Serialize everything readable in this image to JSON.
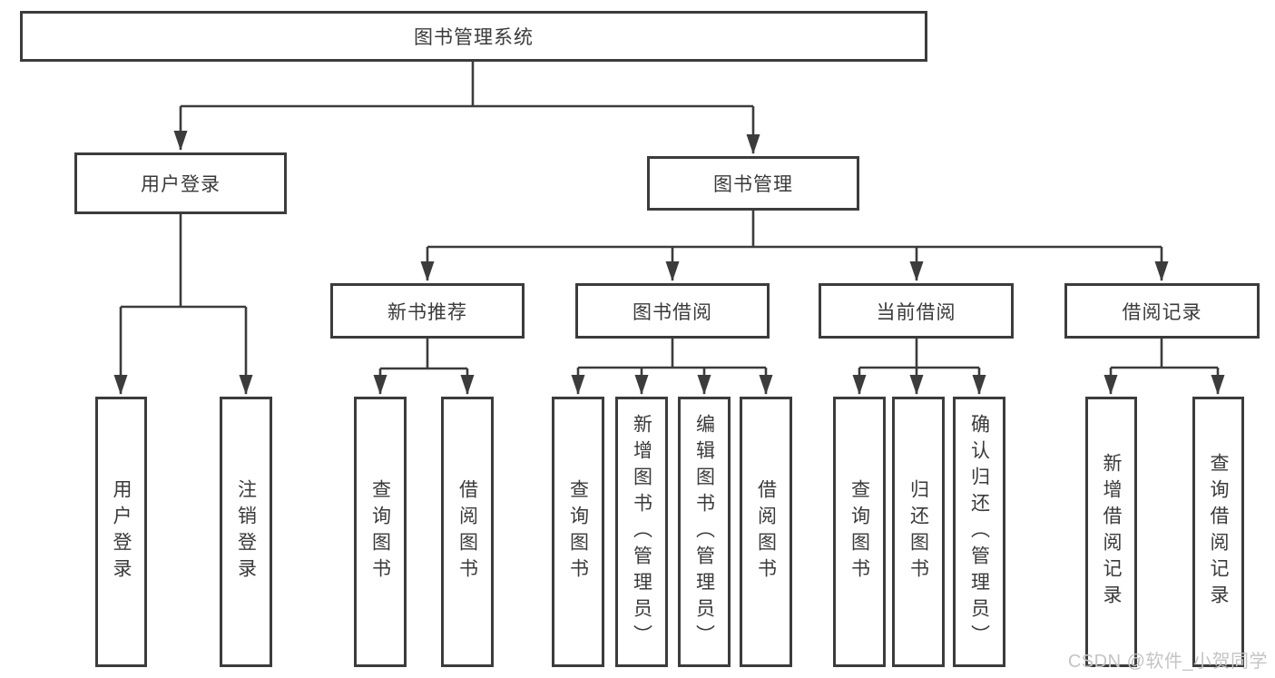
{
  "root": {
    "label": "图书管理系统"
  },
  "level2": [
    {
      "label": "用户登录"
    },
    {
      "label": "图书管理"
    }
  ],
  "level3": [
    {
      "label": "新书推荐",
      "parent": "图书管理"
    },
    {
      "label": "图书借阅",
      "parent": "图书管理"
    },
    {
      "label": "当前借阅",
      "parent": "图书管理"
    },
    {
      "label": "借阅记录",
      "parent": "图书管理"
    }
  ],
  "leaves": [
    {
      "label": "用户登录",
      "parent": "用户登录"
    },
    {
      "label": "注销登录",
      "parent": "用户登录"
    },
    {
      "label": "查询图书",
      "parent": "新书推荐"
    },
    {
      "label": "借阅图书",
      "parent": "新书推荐"
    },
    {
      "label": "查询图书",
      "parent": "图书借阅"
    },
    {
      "label": "新增图书（管理员）",
      "parent": "图书借阅"
    },
    {
      "label": "编辑图书（管理员）",
      "parent": "图书借阅"
    },
    {
      "label": "借阅图书",
      "parent": "图书借阅"
    },
    {
      "label": "查询图书",
      "parent": "当前借阅"
    },
    {
      "label": "归还图书",
      "parent": "当前借阅"
    },
    {
      "label": "确认归还（管理员）",
      "parent": "当前借阅"
    },
    {
      "label": "新增借阅记录",
      "parent": "借阅记录"
    },
    {
      "label": "查询借阅记录",
      "parent": "借阅记录"
    }
  ],
  "watermark": {
    "text": "CSDN @软件_小贺同学"
  },
  "colors": {
    "line": "#3c3c3c",
    "text": "#3a3a3a",
    "watermark": "#c4c4c4",
    "background": "#ffffff"
  }
}
